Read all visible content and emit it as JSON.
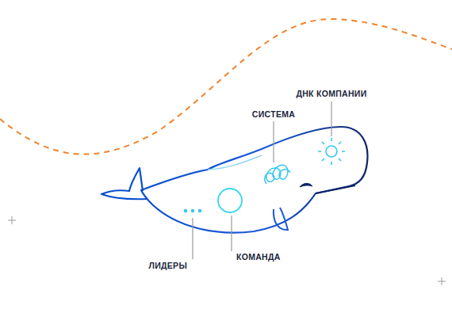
{
  "diagram": {
    "labels": [
      "СИСТЕМА",
      "ДНК КОМПАНИИ",
      "ЛИДЕРЫ",
      "КОМАНДА"
    ]
  }
}
